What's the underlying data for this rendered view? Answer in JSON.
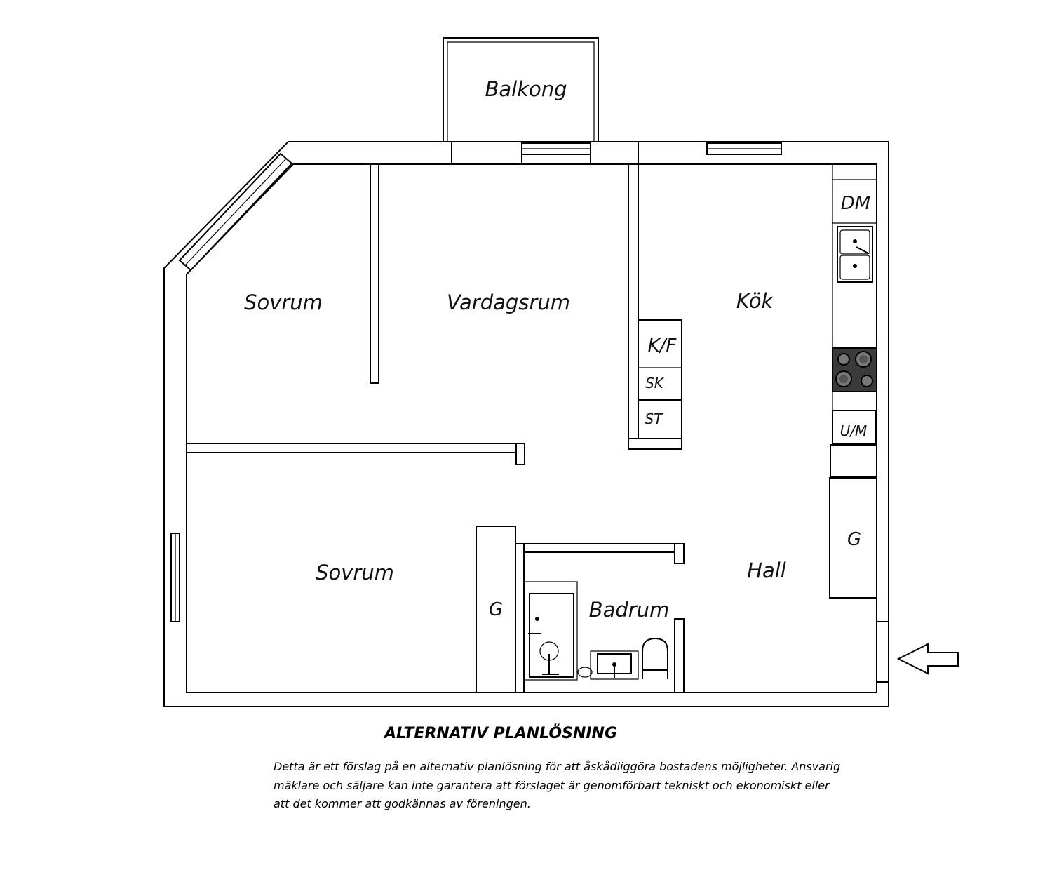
{
  "rooms": {
    "balkong": "Balkong",
    "sovrum_1": "Sovrum",
    "vardagsrum": "Vardagsrum",
    "kok": "Kök",
    "sovrum_2": "Sovrum",
    "badrum": "Badrum",
    "hall": "Hall"
  },
  "fixtures": {
    "dm": "DM",
    "kf": "K/F",
    "sk": "SK",
    "st": "ST",
    "um": "U/M",
    "garderob_hall": "G",
    "garderob_sovrum": "G"
  },
  "caption": {
    "title": "ALTERNATIV PLANLÖSNING",
    "text": "Detta är ett förslag på en alternativ planlösning för att åskådliggöra bostadens möjligheter. Ansvarig mäklare och säljare kan inte garantera att förslaget är genomförbart tekniskt och ekonomiskt eller att det kommer att godkännas av föreningen."
  },
  "entrance_icon": "arrow-left-icon"
}
